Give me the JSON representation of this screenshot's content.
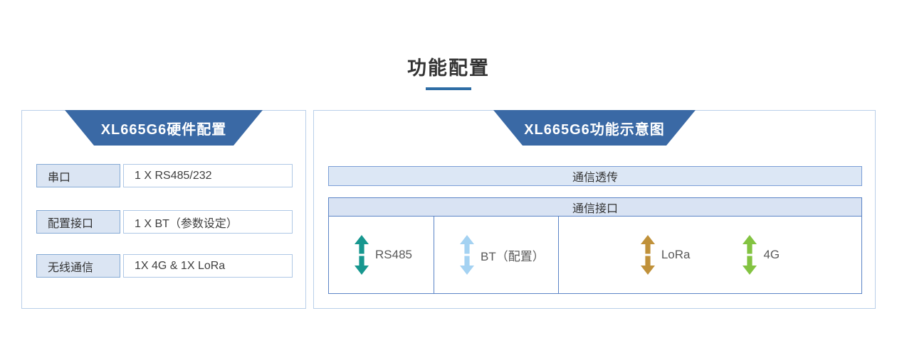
{
  "page": {
    "title": "功能配置"
  },
  "colors": {
    "accent_underline": "#2e6da5",
    "header_blue": "#3a69a5",
    "arrow_rs485": "#17978f",
    "arrow_bt": "#a4d2f2",
    "arrow_lora": "#c0913a",
    "arrow_4g": "#83c341"
  },
  "hardware_panel": {
    "header": "XL665G6硬件配置",
    "rows": [
      {
        "label": "串口",
        "value": "1 X RS485/232"
      },
      {
        "label": "配置接口",
        "value": "1 X BT（参数设定）"
      },
      {
        "label": "无线通信",
        "value": "1X 4G & 1X LoRa"
      }
    ]
  },
  "function_panel": {
    "header": "XL665G6功能示意图",
    "passthrough_label": "通信透传",
    "interface_label": "通信接口",
    "interfaces": [
      {
        "label": "RS485"
      },
      {
        "label": "BT（配置）"
      },
      {
        "label": "LoRa"
      },
      {
        "label": "4G"
      }
    ]
  }
}
